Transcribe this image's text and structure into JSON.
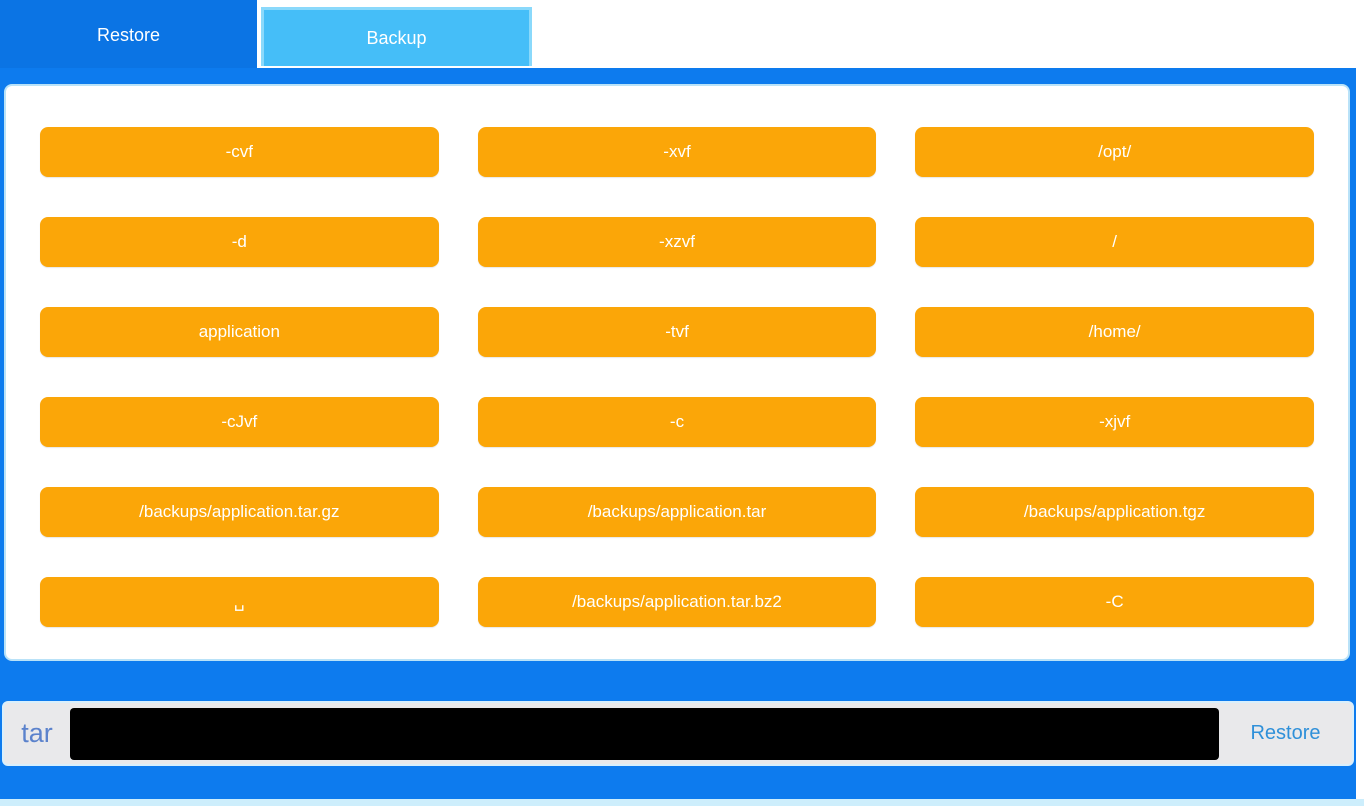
{
  "tabs": {
    "restore": "Restore",
    "backup": "Backup"
  },
  "grid": {
    "tiles": [
      "-cvf",
      "-xvf",
      "/opt/",
      "-d",
      "-xzvf",
      "/",
      "application",
      "-tvf",
      "/home/",
      "-cJvf",
      "-c",
      "-xjvf",
      "/backups/application.tar.gz",
      "/backups/application.tar",
      "/backups/application.tgz",
      "␣",
      "/backups/application.tar.bz2",
      "-C"
    ]
  },
  "command_bar": {
    "prefix": "tar",
    "input_value": "",
    "submit_label": "Restore"
  },
  "colors": {
    "tab_active": "#0b74e4",
    "tab_inactive": "#45bef8",
    "background_blue": "#0d7bee",
    "tile_orange": "#fba608",
    "prefix_text": "#5b82cc",
    "submit_text": "#2f90d9"
  }
}
